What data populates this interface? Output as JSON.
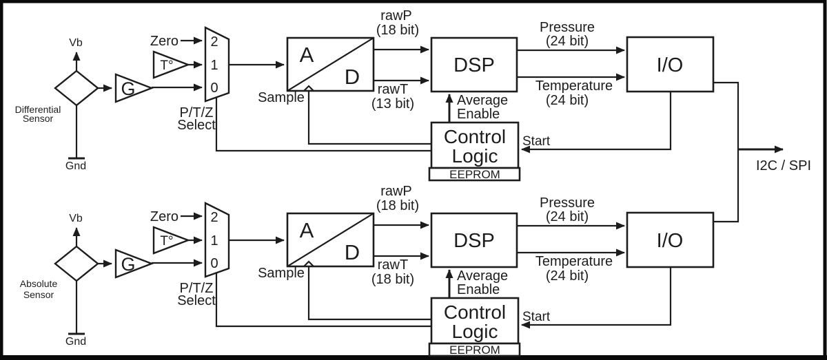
{
  "diagram": {
    "title_semantic": "Dual pressure sensor signal chain block diagram",
    "line_color": "#1c1c1c",
    "background_color": "#ffffff",
    "output_label": "I2C / SPI",
    "sections": [
      {
        "sensor_line1": "Differential",
        "sensor_line2": "Sensor",
        "vb_label": "Vb",
        "gnd_label": "Gnd",
        "gain_label": "G",
        "temp_label": "T°",
        "zero_label": "Zero",
        "mux_inputs": [
          "2",
          "1",
          "0"
        ],
        "mux_sel_line1": "P/T/Z",
        "mux_sel_line2": "Select",
        "adc_a": "A",
        "adc_d": "D",
        "sample_label": "Sample",
        "rawp_label": "rawP",
        "rawp_bits": "(18 bit)",
        "rawt_label": "rawT",
        "rawt_bits": "(13 bit)",
        "dsp_label": "DSP",
        "avg_line1": "Average",
        "avg_line2": "Enable",
        "ctrl_line1": "Control",
        "ctrl_line2": "Logic",
        "eeprom_label": "EEPROM",
        "start_label": "Start",
        "pressure_label": "Pressure",
        "pressure_bits": "(24 bit)",
        "temperature_label": "Temperature",
        "temperature_bits": "(24 bit)",
        "io_label": "I/O"
      },
      {
        "sensor_line1": "Absolute",
        "sensor_line2": "Sensor",
        "vb_label": "Vb",
        "gnd_label": "Gnd",
        "gain_label": "G",
        "temp_label": "T°",
        "zero_label": "Zero",
        "mux_inputs": [
          "2",
          "1",
          "0"
        ],
        "mux_sel_line1": "P/T/Z",
        "mux_sel_line2": "Select",
        "adc_a": "A",
        "adc_d": "D",
        "sample_label": "Sample",
        "rawp_label": "rawP",
        "rawp_bits": "(18 bit)",
        "rawt_label": "rawT",
        "rawt_bits": "(18 bit)",
        "dsp_label": "DSP",
        "avg_line1": "Average",
        "avg_line2": "Enable",
        "ctrl_line1": "Control",
        "ctrl_line2": "Logic",
        "eeprom_label": "EEPROM",
        "start_label": "Start",
        "pressure_label": "Pressure",
        "pressure_bits": "(24 bit)",
        "temperature_label": "Temperature",
        "temperature_bits": "(24 bit)",
        "io_label": "I/O"
      }
    ]
  }
}
